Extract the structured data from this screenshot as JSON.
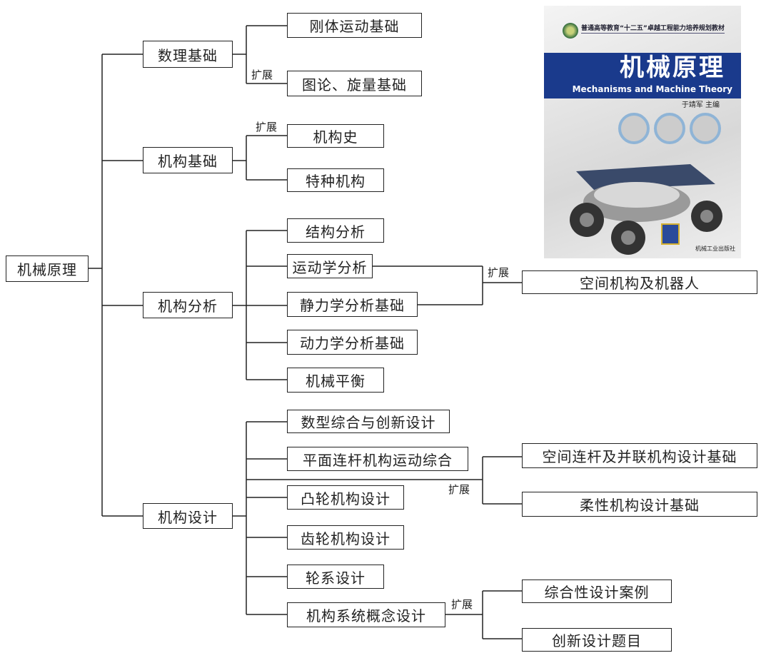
{
  "root": "机械原理",
  "ext_label": "扩展",
  "categories": {
    "math": "数理基础",
    "basics": "机构基础",
    "analysis": "机构分析",
    "design": "机构设计"
  },
  "math_items": [
    "刚体运动基础",
    "图论、旋量基础"
  ],
  "basics_items": [
    "机构史",
    "特种机构"
  ],
  "analysis_items": [
    "结构分析",
    "运动学分析",
    "静力学分析基础",
    "动力学分析基础",
    "机械平衡"
  ],
  "analysis_ext": [
    "空间机构及机器人"
  ],
  "design_items": [
    "数型综合与创新设计",
    "平面连杆机构运动综合",
    "凸轮机构设计",
    "齿轮机构设计",
    "轮系设计",
    "机构系统概念设计"
  ],
  "design_ext1": [
    "空间连杆及并联机构设计基础",
    "柔性机构设计基础"
  ],
  "design_ext2": [
    "综合性设计案例",
    "创新设计题目"
  ],
  "book": {
    "series": "普通高等教育“十二五”卓越工程能力培养规划教材",
    "title": "机械原理",
    "subtitle": "Mechanisms and Machine Theory",
    "author": "于靖军  主编",
    "publisher": "机械工业出版社"
  }
}
